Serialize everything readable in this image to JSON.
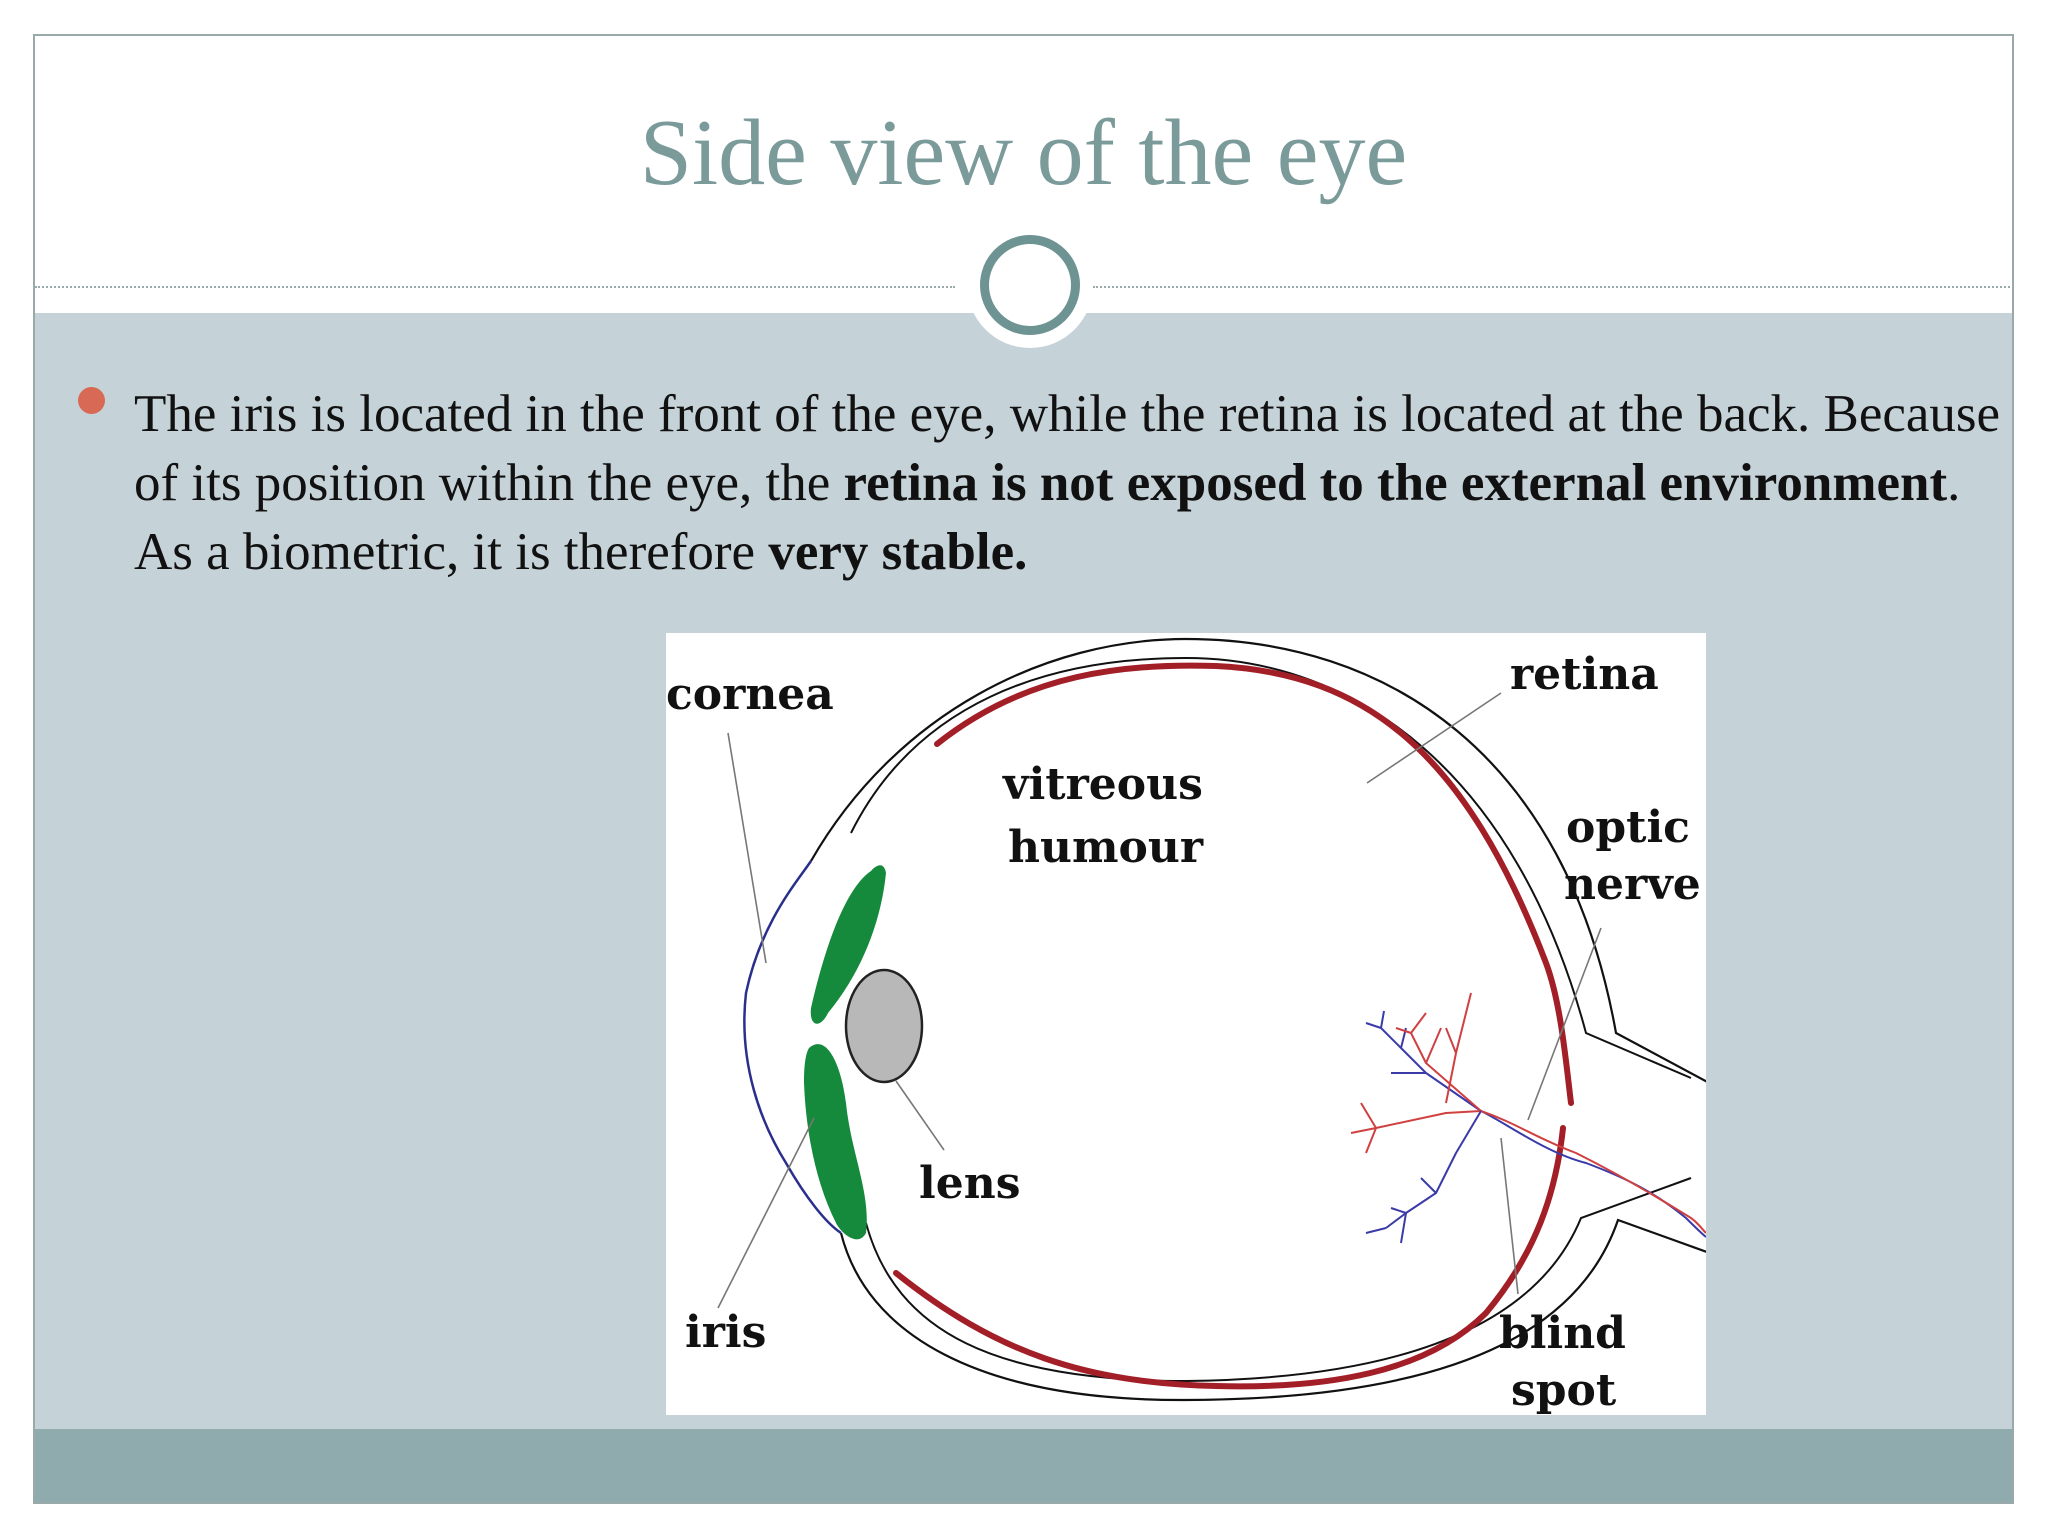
{
  "slide": {
    "title": "Side view of the eye",
    "bullet": {
      "t1": "The iris is located  in the front of the eye, while the retina is located at the back. Because of its position within the eye, the ",
      "b1": "retina is not exposed to the external environment",
      "t2": ". As a biometric, it is therefore ",
      "b2": "very stable."
    }
  },
  "diagram": {
    "labels": {
      "cornea": "cornea",
      "retina": "retina",
      "vitreous_line1": "vitreous",
      "vitreous_line2": "humour",
      "optic_line1": "optic",
      "optic_line2": "nerve",
      "lens": "lens",
      "iris": "iris",
      "blind_line1": "blind",
      "blind_line2": "spot"
    }
  },
  "colors": {
    "title": "#7b9a9a",
    "content_background": "#c5d2d8",
    "footer": "#8fabae",
    "ring": "#6d9392",
    "bullet": "#d86a55",
    "retina": "#a31f28",
    "iris": "#168a3c",
    "lens": "#b8b8b8",
    "cornea": "#2a2f8c",
    "vessel_blue": "#3a3aa8",
    "vessel_red": "#d04040"
  }
}
